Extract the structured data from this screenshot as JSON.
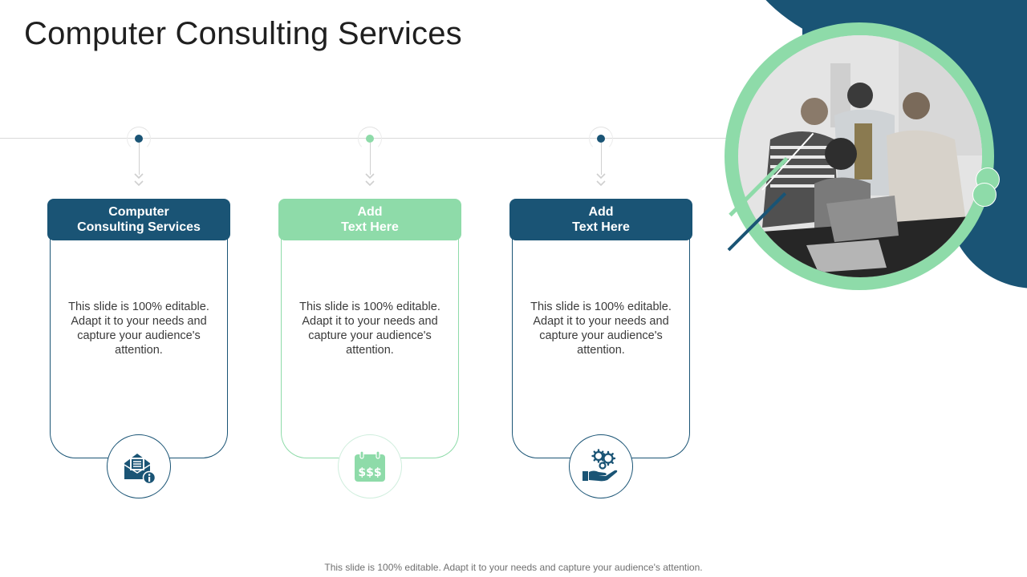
{
  "slide": {
    "title": "Computer Consulting Services",
    "footer_note": "This slide is 100% editable. Adapt it to your needs and capture your audience's attention."
  },
  "colors": {
    "navy": "#1a5475",
    "green": "#8edba9",
    "line_gray": "#d9d9d9",
    "text": "#3a3a3a"
  },
  "steps": [
    {
      "heading_line1": "Computer",
      "heading_line2": "Consulting Services",
      "theme": "navy",
      "body": "This slide is 100% editable. Adapt it to your needs and capture your audience's attention.",
      "icon": "envelope-info-icon"
    },
    {
      "heading_line1": "Add",
      "heading_line2": "Text Here",
      "theme": "green",
      "body": "This slide is 100% editable. Adapt it to your needs and capture your audience's attention.",
      "icon": "calendar-dollar-icon"
    },
    {
      "heading_line1": "Add",
      "heading_line2": "Text Here",
      "theme": "navy",
      "body": "This slide is 100% editable. Adapt it to your needs and capture your audience's attention.",
      "icon": "hand-gears-icon"
    }
  ],
  "image": {
    "description": "team-of-four-looking-at-laptop-photo"
  }
}
